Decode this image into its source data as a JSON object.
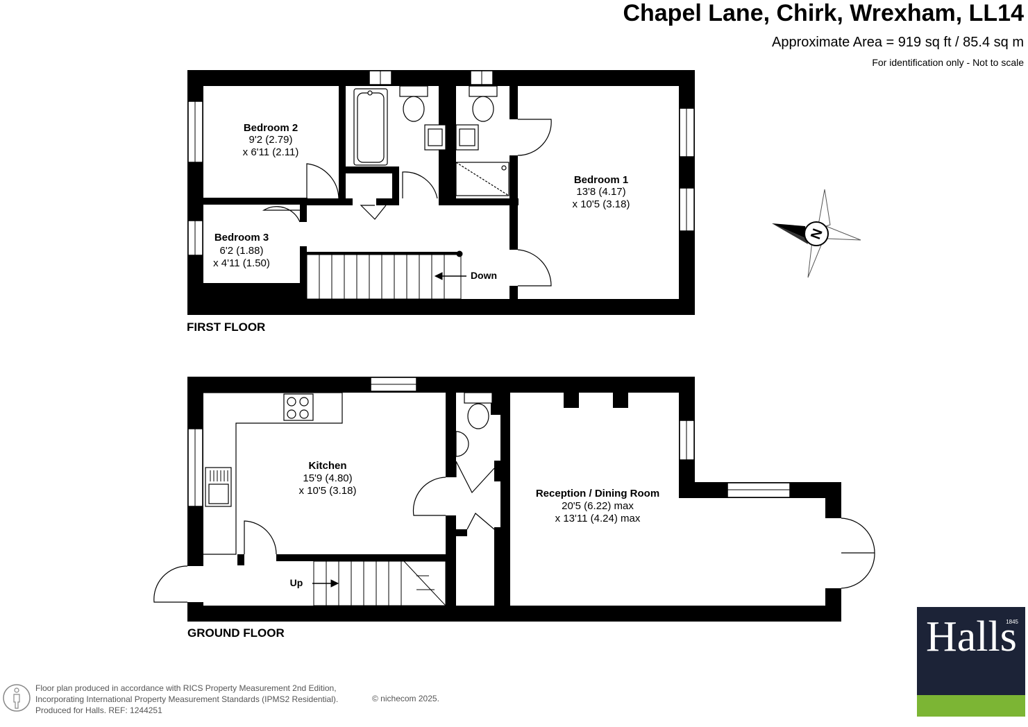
{
  "header": {
    "title": "Chapel Lane, Chirk, Wrexham, LL14",
    "area": "Approximate Area = 919 sq ft / 85.4 sq m",
    "disclaimer": "For identification only - Not to scale"
  },
  "floors": {
    "first": "FIRST FLOOR",
    "ground": "GROUND FLOOR"
  },
  "rooms": {
    "bedroom2": {
      "name": "Bedroom 2",
      "dim1": "9'2 (2.79)",
      "dim2": "x 6'11 (2.11)"
    },
    "bedroom1": {
      "name": "Bedroom 1",
      "dim1": "13'8 (4.17)",
      "dim2": "x 10'5 (3.18)"
    },
    "bedroom3": {
      "name": "Bedroom 3",
      "dim1": "6'2 (1.88)",
      "dim2": "x 4'11 (1.50)"
    },
    "kitchen": {
      "name": "Kitchen",
      "dim1": "15'9 (4.80)",
      "dim2": "x 10'5 (3.18)"
    },
    "reception": {
      "name": "Reception / Dining Room",
      "dim1": "20'5 (6.22) max",
      "dim2": "x 13'11 (4.24) max"
    }
  },
  "stairs": {
    "down": "Down",
    "up": "Up"
  },
  "compass": {
    "letter": "N"
  },
  "footer": {
    "line1": "Floor plan produced in accordance with RICS Property Measurement 2nd Edition,",
    "line2": "Incorporating International Property Measurement Standards (IPMS2 Residential).",
    "line3": "Produced for Halls.   REF:  1244251",
    "copyright": "© nichecom 2025."
  },
  "logo": {
    "name": "Halls",
    "year": "1845"
  },
  "colors": {
    "wall": "#000000",
    "logo_bg": "#1c2337",
    "logo_accent": "#7cb534"
  }
}
